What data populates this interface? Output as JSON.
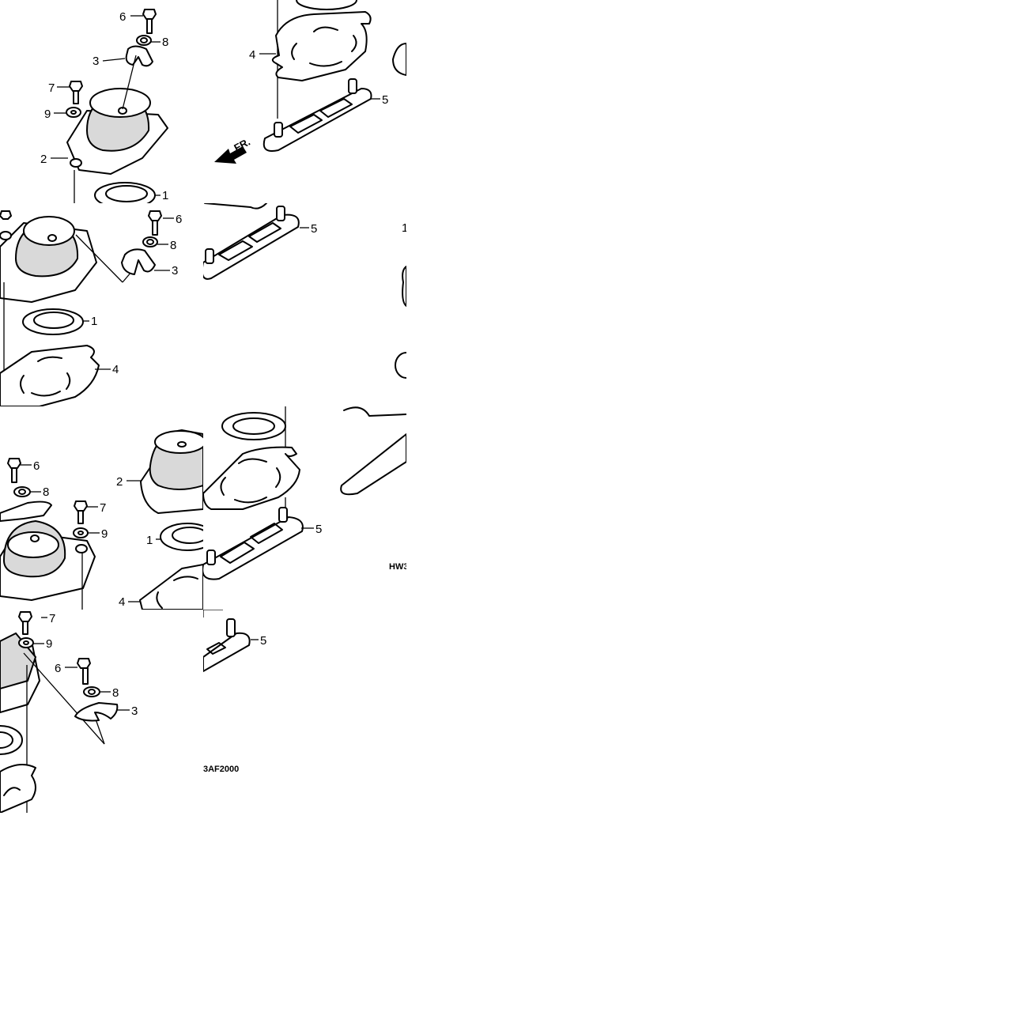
{
  "diagram": {
    "front_arrow_label": "FR.",
    "drawing_codes": [
      "HW3",
      "3AF2000"
    ],
    "tiles": [
      {
        "callouts": [
          "6",
          "8",
          "3",
          "7",
          "9",
          "2",
          "1"
        ]
      },
      {
        "callouts": [
          "7",
          "9",
          "2",
          "4",
          "5"
        ]
      },
      {
        "callouts": [
          "6",
          "8",
          "3",
          "1",
          "4"
        ]
      },
      {
        "callouts": [
          "5",
          "3",
          "2"
        ]
      },
      {
        "callouts": [
          "1",
          "4"
        ]
      },
      {
        "callouts": [
          "6",
          "8",
          "7",
          "9",
          "2"
        ]
      },
      {
        "callouts": [
          "2",
          "1",
          "4"
        ]
      },
      {
        "callouts": [
          "5"
        ]
      },
      {
        "callouts": [
          "7",
          "9",
          "6",
          "8",
          "3"
        ]
      },
      {
        "callouts": [
          "5"
        ]
      }
    ]
  }
}
